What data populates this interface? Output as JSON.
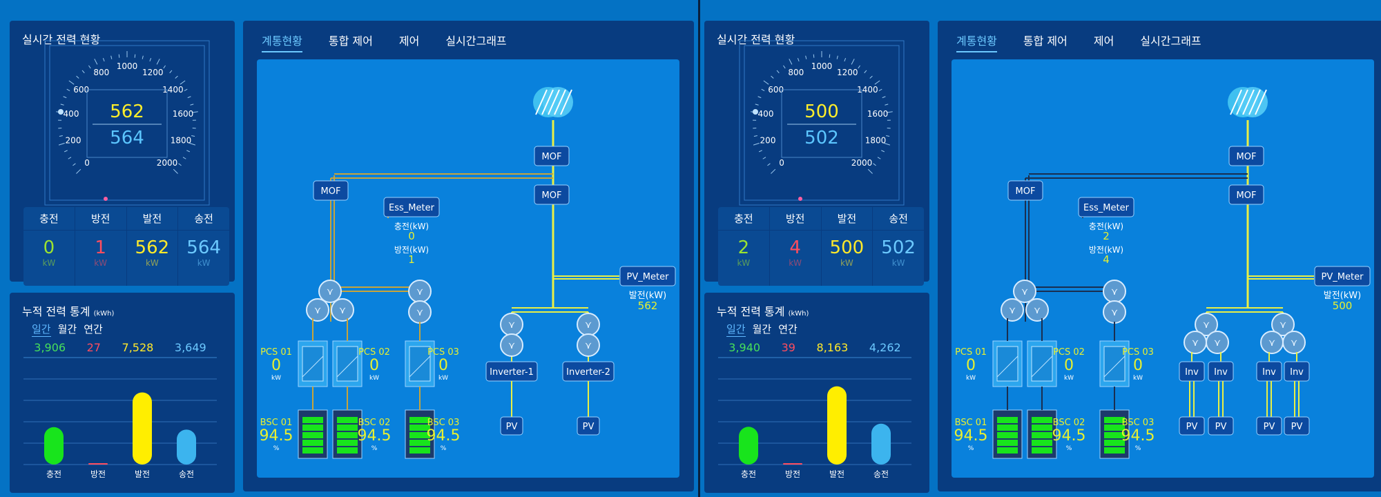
{
  "left": {
    "gauge": {
      "title": "실시간 전력 현황",
      "top_value": "562",
      "bottom_value": "564",
      "ticks": [
        "0",
        "200",
        "400",
        "600",
        "800",
        "1000",
        "1200",
        "1400",
        "1600",
        "1800",
        "2000"
      ]
    },
    "summary": [
      {
        "label": "충전",
        "value": "0",
        "unit": "kW",
        "color": "#9be230"
      },
      {
        "label": "방전",
        "value": "1",
        "unit": "kW",
        "color": "#ff4d5e"
      },
      {
        "label": "발전",
        "value": "562",
        "unit": "kW",
        "color": "#ffe92a"
      },
      {
        "label": "송전",
        "value": "564",
        "unit": "kW",
        "color": "#6cc9ff"
      }
    ],
    "stats": {
      "title": "누적 전력 통계",
      "unit": "(kWh)",
      "tabs": [
        "일간",
        "월간",
        "연간"
      ],
      "values": [
        {
          "v": "3,906",
          "c": "#47e05a"
        },
        {
          "v": "27",
          "c": "#ff4d5e"
        },
        {
          "v": "7,528",
          "c": "#ffe92a"
        },
        {
          "v": "3,649",
          "c": "#6cc9ff"
        }
      ],
      "bars": [
        {
          "label": "충전",
          "value": 3906,
          "color": "#18e41c"
        },
        {
          "label": "방전",
          "value": 27,
          "color": "#ff4d5e"
        },
        {
          "label": "발전",
          "value": 7528,
          "color": "#ffee00"
        },
        {
          "label": "송전",
          "value": 3649,
          "color": "#3cb4ee"
        }
      ]
    },
    "tabs": [
      "계통현황",
      "통합 제어",
      "제어",
      "실시간그래프"
    ],
    "diagram": {
      "mof": "MOF",
      "ess": "Ess_Meter",
      "charge_lbl": "충전(kW)",
      "charge": "0",
      "discharge_lbl": "방전(kW)",
      "discharge": "1",
      "pv_meter": "PV_Meter",
      "gen_lbl": "발전(kW)",
      "gen": "562",
      "pcs": [
        {
          "name": "PCS 01",
          "v": "0",
          "u": "kW"
        },
        {
          "name": "PCS 02",
          "v": "0",
          "u": "kW"
        },
        {
          "name": "PCS 03",
          "v": "0",
          "u": "kW"
        }
      ],
      "bsc": [
        {
          "name": "BSC 01",
          "v": "94.5",
          "u": "%"
        },
        {
          "name": "BSC 02",
          "v": "94.5",
          "u": "%"
        },
        {
          "name": "BSC 03",
          "v": "94.5",
          "u": "%"
        }
      ],
      "inv": [
        "Inverter-1",
        "Inverter-2"
      ],
      "pv": [
        "PV",
        "PV"
      ]
    }
  },
  "right": {
    "gauge": {
      "title": "실시간 전력 현황",
      "top_value": "500",
      "bottom_value": "502",
      "ticks": [
        "0",
        "200",
        "400",
        "600",
        "800",
        "1000",
        "1200",
        "1400",
        "1600",
        "1800",
        "2000"
      ]
    },
    "summary": [
      {
        "label": "충전",
        "value": "2",
        "unit": "kW",
        "color": "#9be230"
      },
      {
        "label": "방전",
        "value": "4",
        "unit": "kW",
        "color": "#ff4d5e"
      },
      {
        "label": "발전",
        "value": "500",
        "unit": "kW",
        "color": "#ffe92a"
      },
      {
        "label": "송전",
        "value": "502",
        "unit": "kW",
        "color": "#6cc9ff"
      }
    ],
    "stats": {
      "title": "누적 전력 통계",
      "unit": "(kWh)",
      "tabs": [
        "일간",
        "월간",
        "연간"
      ],
      "values": [
        {
          "v": "3,940",
          "c": "#47e05a"
        },
        {
          "v": "39",
          "c": "#ff4d5e"
        },
        {
          "v": "8,163",
          "c": "#ffe92a"
        },
        {
          "v": "4,262",
          "c": "#6cc9ff"
        }
      ],
      "bars": [
        {
          "label": "충전",
          "value": 3940,
          "color": "#18e41c"
        },
        {
          "label": "방전",
          "value": 39,
          "color": "#ff4d5e"
        },
        {
          "label": "발전",
          "value": 8163,
          "color": "#ffee00"
        },
        {
          "label": "송전",
          "value": 4262,
          "color": "#3cb4ee"
        }
      ]
    },
    "tabs": [
      "계통현황",
      "통합 제어",
      "제어",
      "실시간그래프"
    ],
    "diagram": {
      "mof": "MOF",
      "ess": "Ess_Meter",
      "charge_lbl": "충전(kW)",
      "charge": "2",
      "discharge_lbl": "방전(kW)",
      "discharge": "4",
      "pv_meter": "PV_Meter",
      "gen_lbl": "발전(kW)",
      "gen": "500",
      "pcs": [
        {
          "name": "PCS 01",
          "v": "0",
          "u": "kW"
        },
        {
          "name": "PCS 02",
          "v": "0",
          "u": "kW"
        },
        {
          "name": "PCS 03",
          "v": "0",
          "u": "kW"
        }
      ],
      "bsc": [
        {
          "name": "BSC 01",
          "v": "94.5",
          "u": "%"
        },
        {
          "name": "BSC 02",
          "v": "94.5",
          "u": "%"
        },
        {
          "name": "BSC 03",
          "v": "94.5",
          "u": "%"
        }
      ],
      "inv": [
        "Inv",
        "Inv",
        "Inv",
        "Inv"
      ],
      "pv": [
        "PV",
        "PV",
        "PV",
        "PV"
      ]
    }
  }
}
